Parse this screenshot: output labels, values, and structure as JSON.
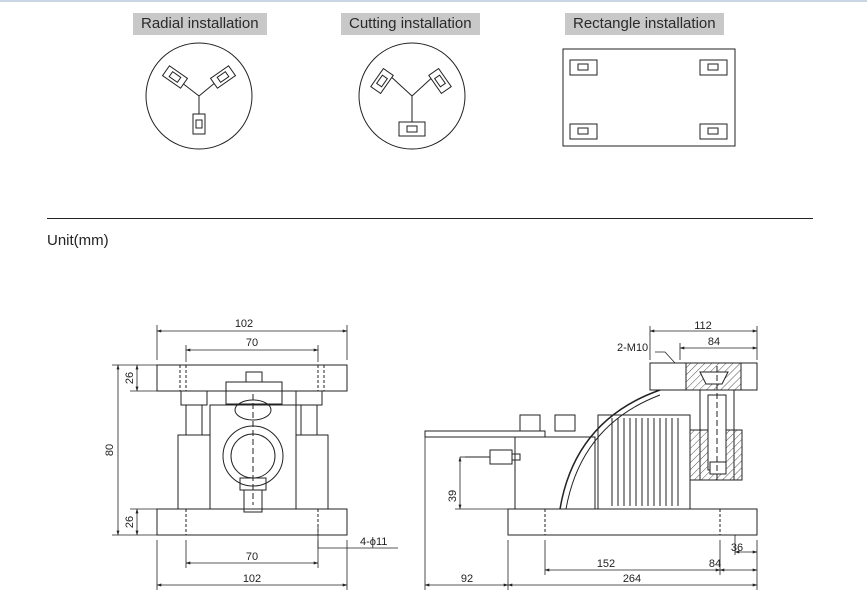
{
  "installations": {
    "radial": "Radial installation",
    "cutting": "Cutting installation",
    "rectangle": "Rectangle installation"
  },
  "unit_label": "Unit(mm)",
  "front_view": {
    "dim_top_width": "102",
    "dim_top_inner": "70",
    "dim_top_height": "26",
    "dim_total_height": "80",
    "dim_bottom_height": "26",
    "dim_bottom_inner": "70",
    "dim_bottom_width": "102",
    "hole_note": "4-ϕ11"
  },
  "side_view": {
    "dim_top_total": "112",
    "dim_top_inner": "84",
    "thread_note": "2-M10",
    "dim_height": "39",
    "dim_36": "36",
    "dim_152": "152",
    "dim_84": "84",
    "dim_92": "92",
    "dim_264": "264"
  },
  "colors": {
    "line": "#222222",
    "hatch_fill": "#eeeeee",
    "tag_bg": "#c8c8c8"
  }
}
